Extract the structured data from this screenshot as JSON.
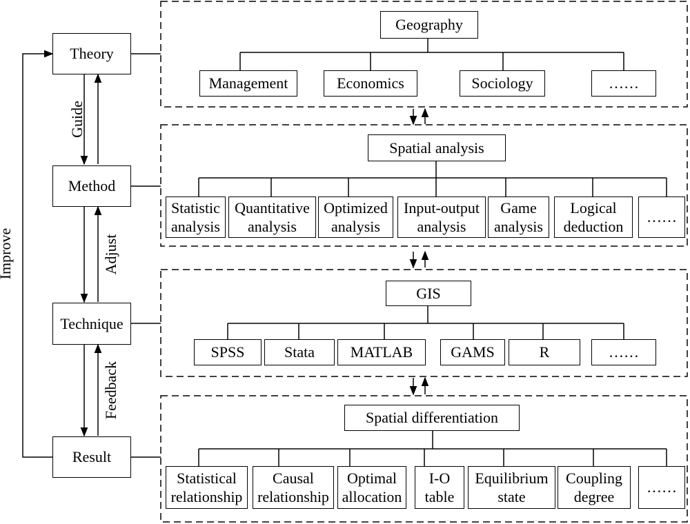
{
  "left_steps": {
    "theory": "Theory",
    "method": "Method",
    "technique": "Technique",
    "result": "Result"
  },
  "left_arrows": {
    "guide": "Guide",
    "adjust": "Adjust",
    "feedback": "Feedback",
    "improve": "Improve"
  },
  "panels": [
    {
      "root": "Geography",
      "children": [
        "Management",
        "Economics",
        "Sociology",
        "……"
      ]
    },
    {
      "root": "Spatial analysis",
      "children": [
        "Statistic\nanalysis",
        "Quantitative\nanalysis",
        "Optimized\nanalysis",
        "Input-output\nanalysis",
        "Game\nanalysis",
        "Logical\ndeduction",
        "……"
      ]
    },
    {
      "root": "GIS",
      "children": [
        "SPSS",
        "Stata",
        "MATLAB",
        "GAMS",
        "R",
        "……"
      ]
    },
    {
      "root": "Spatial differentiation",
      "children": [
        "Statistical\nrelationship",
        "Causal\nrelationship",
        "Optimal\nallocation",
        "I-O\ntable",
        "Equilibrium\nstate",
        "Coupling\ndegree",
        "……"
      ]
    }
  ]
}
